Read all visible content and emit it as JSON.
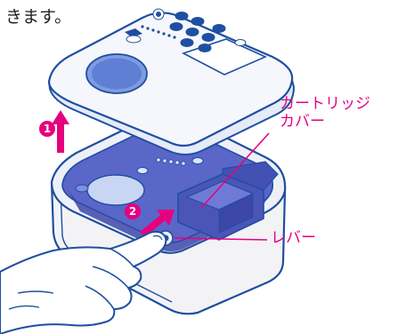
{
  "intro_text": "きます。",
  "labels": {
    "cartridge_cover_line1": "カートリッジ",
    "cartridge_cover_line2": "カバー",
    "lever": "レバー"
  },
  "steps": {
    "step1": "1",
    "step2": "2"
  },
  "colors": {
    "accent": "#e6007e",
    "outline": "#1f4fa0",
    "body_fill": "#f3f3f6",
    "inner_fill": "#5a66c8",
    "inner_dark": "#3c46a8",
    "lid_fill": "#f5f7fc",
    "disc_fill": "#5e7fd3"
  }
}
